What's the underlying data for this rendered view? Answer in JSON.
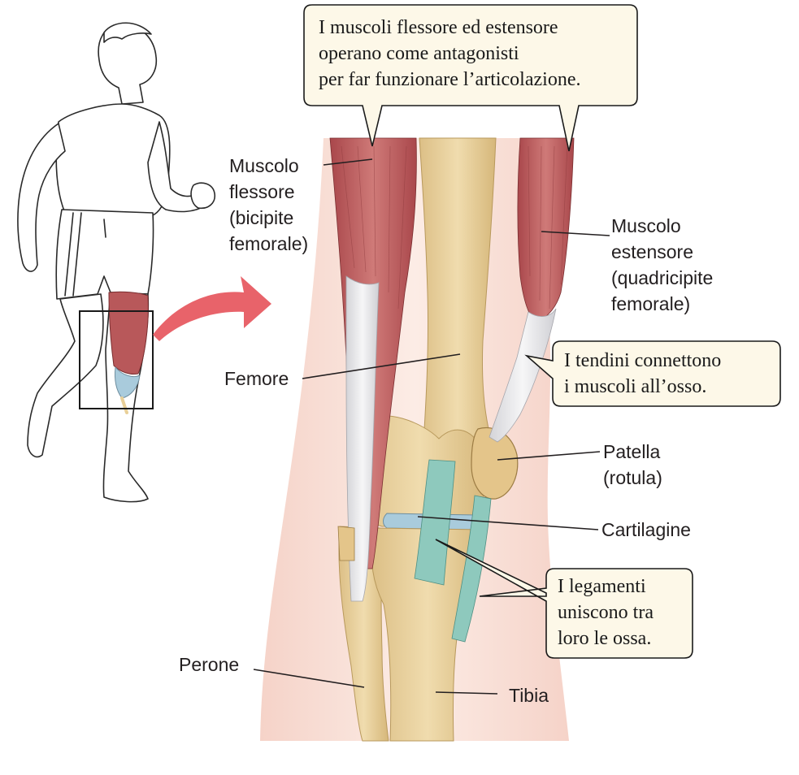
{
  "callouts": {
    "antagonists": "I muscoli flessore ed estensore\noperano come antagonisti\nper far funzionare l’articolazione.",
    "tendons": "I tendini connettono\ni muscoli all’osso.",
    "ligaments": "I legamenti\nuniscono tra\nloro le ossa."
  },
  "labels": {
    "flexor": "Muscolo\nflessore\n(bicipite\nfemorale)",
    "extensor": "Muscolo\nestensore\n(quadricipite\nfemorale)",
    "femur": "Femore",
    "patella": "Patella\n(rotula)",
    "cartilage": "Cartilagine",
    "fibula": "Perone",
    "tibia": "Tibia"
  },
  "colors": {
    "muscle": "#b8585a",
    "bone": "#e8cf98",
    "tendon": "#e6e6e8",
    "ligament": "#8ec9bd",
    "cartilage": "#a9cbdc",
    "skin": "#f6d3c6",
    "arrow": "#e8636a",
    "bubble_fill": "#fdf8e8"
  }
}
